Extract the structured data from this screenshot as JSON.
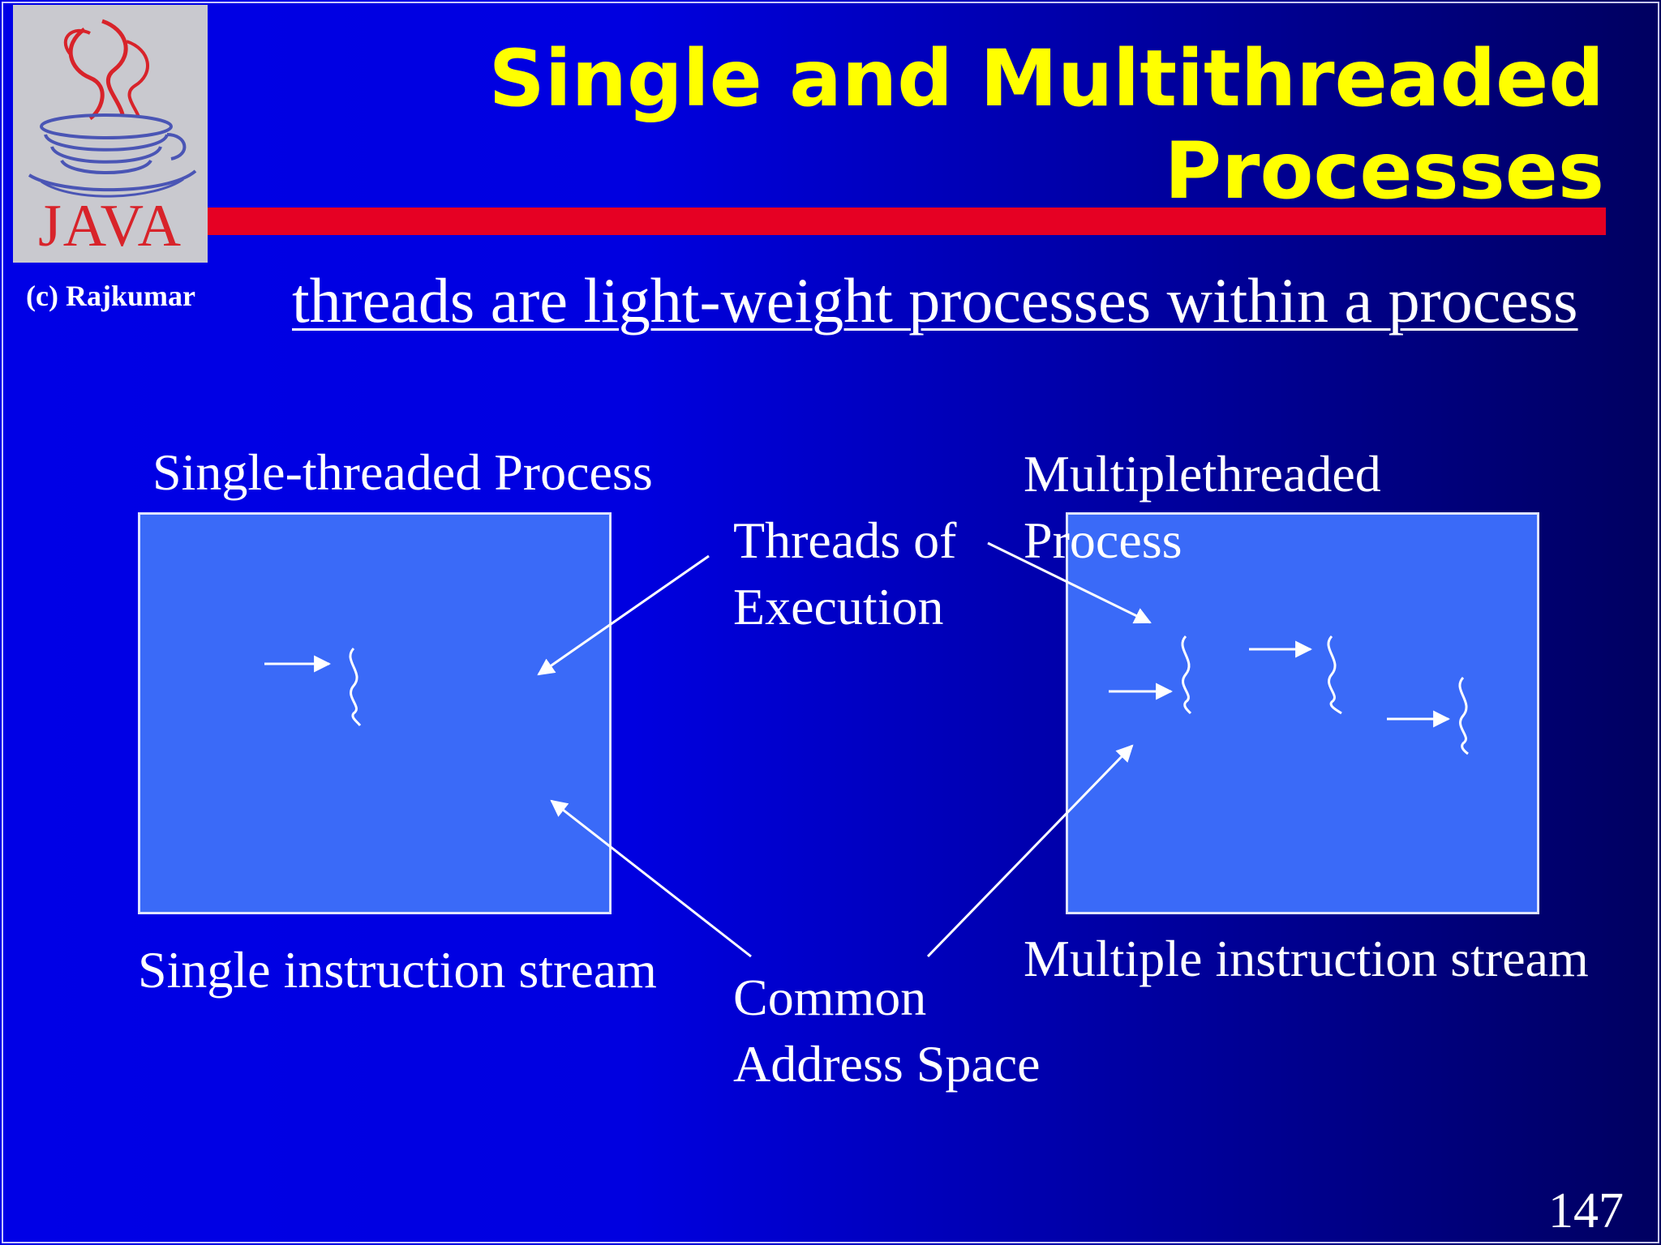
{
  "slide": {
    "title_line1": "Single and Multithreaded",
    "title_line2": "Processes",
    "subtitle": "threads are light-weight processes within a process",
    "credit": "(c) Rajkumar",
    "page_number": "147",
    "logo_text": "JAVA"
  },
  "diagram": {
    "single_process_label": "Single-threaded Process",
    "multi_process_label_line1": "Multiplethreaded",
    "multi_process_label_line2": "Process",
    "threads_label_line1": "Threads of",
    "threads_label_line2": "Execution",
    "common_label_line1": "Common",
    "common_label_line2": "Address Space",
    "single_stream_label": "Single instruction stream",
    "multi_stream_label": "Multiple instruction stream"
  },
  "colors": {
    "title": "#ffff00",
    "accent_bar": "#e60023",
    "process_box": "#3a6af8",
    "text": "#ffffff"
  },
  "icons": {
    "logo": "java-coffee-cup-icon",
    "thread": "squiggle-thread-icon",
    "pointer": "arrow-icon"
  }
}
